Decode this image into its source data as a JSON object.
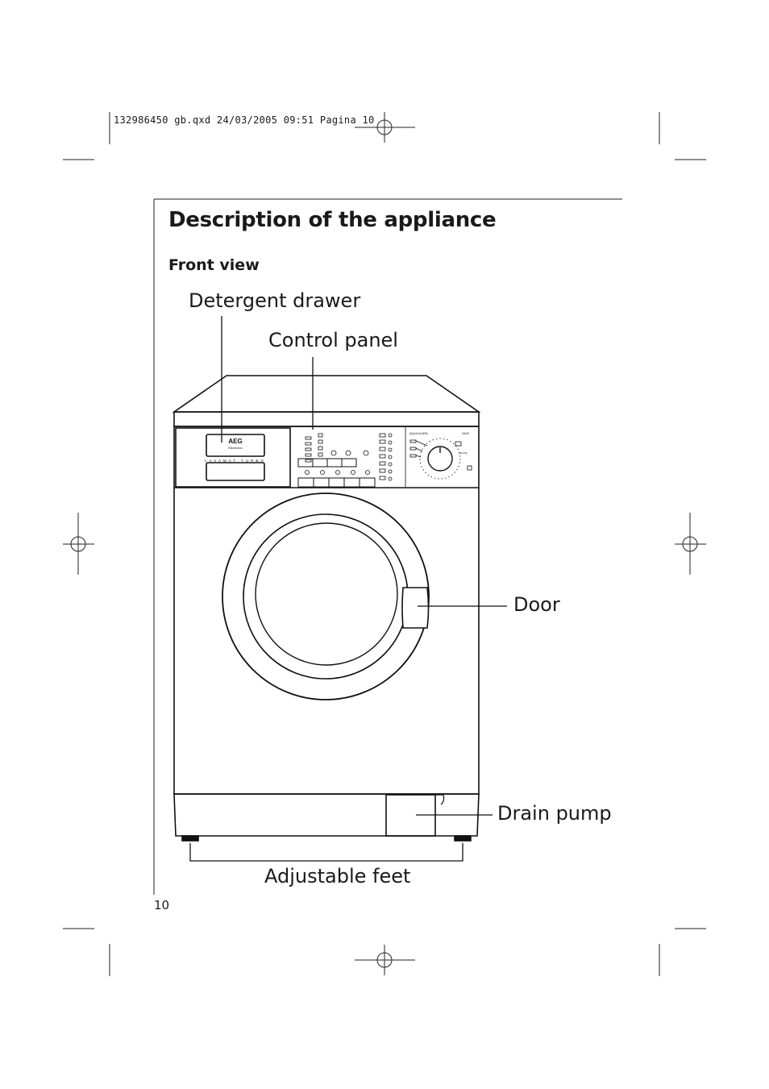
{
  "print_slug": "132986450 gb.qxd  24/03/2005  09:51  Pagina  10",
  "page": {
    "title": "Description of the appliance",
    "section": "Front view",
    "number": "10"
  },
  "callouts": {
    "detergent_drawer": "Detergent drawer",
    "control_panel": "Control panel",
    "door": "Door",
    "drain_pump": "Drain pump",
    "adjustable_feet": "Adjustable feet"
  },
  "appliance_markings": {
    "brand": "AEG",
    "sub_brand": "Electrolux",
    "model": "LAVAMAT TURBO",
    "panel_label_left": "AQUA ALARM",
    "panel_label_right": "SAVE",
    "panel_label_mid": "SOUCE"
  }
}
